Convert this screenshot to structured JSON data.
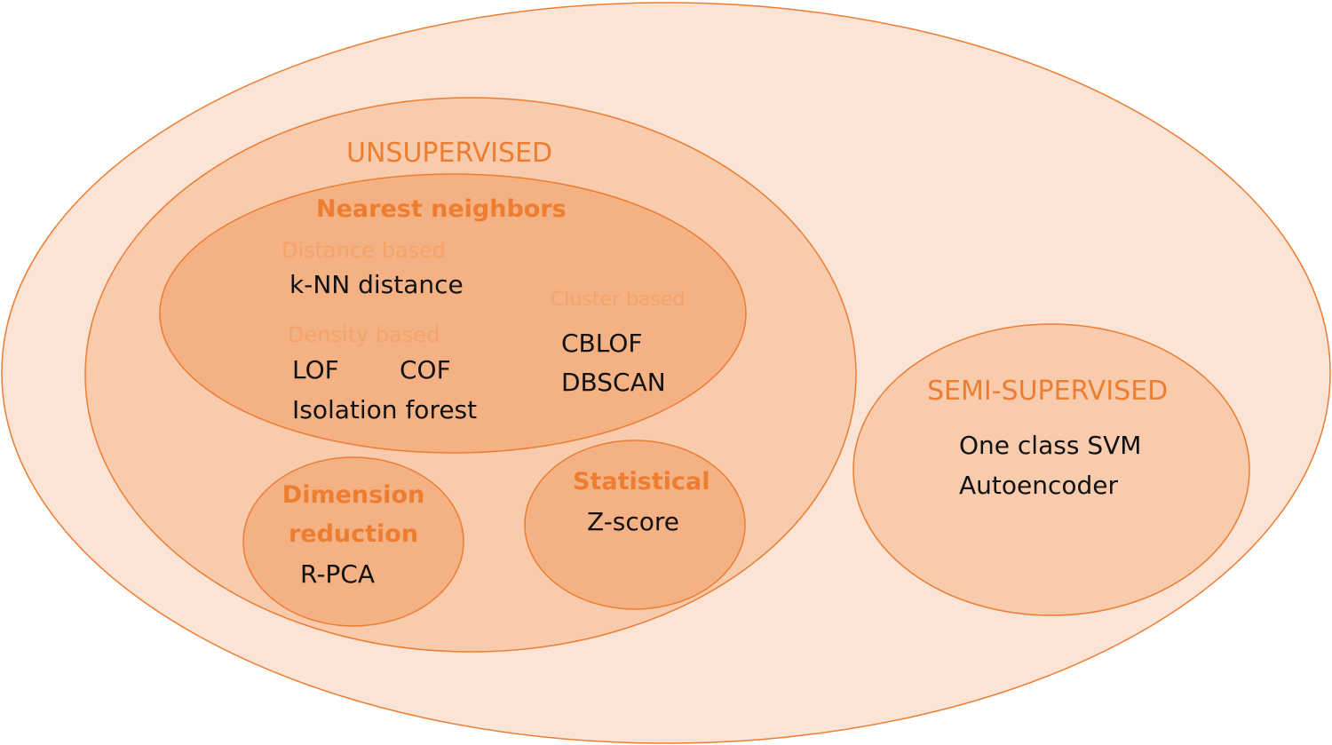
{
  "colors": {
    "outline": "#ed7d31",
    "outer_fill": "#fbe4d6",
    "unsupervised_fill": "#f8cbad",
    "inner_fill": "#f4b183",
    "semi_fill": "#f8cbad",
    "category_text": "#ed7d31",
    "subcategory_text": "#f4a36a",
    "method_text": "#111111"
  },
  "unsupervised": {
    "title": "UNSUPERVISED",
    "nearest_neighbors": {
      "title": "Nearest neighbors",
      "distance_based": {
        "label": "Distance based",
        "methods": [
          "k-NN distance"
        ]
      },
      "density_based": {
        "label": "Density based",
        "methods": [
          "LOF",
          "COF",
          "Isolation forest"
        ]
      },
      "cluster_based": {
        "label": "Cluster based",
        "methods": [
          "CBLOF",
          "DBSCAN"
        ]
      }
    },
    "dimension_reduction": {
      "title_line1": "Dimension",
      "title_line2": "reduction",
      "methods": [
        "R-PCA"
      ]
    },
    "statistical": {
      "title": "Statistical",
      "methods": [
        "Z-score"
      ]
    }
  },
  "semi_supervised": {
    "title": "SEMI-SUPERVISED",
    "methods": [
      "One class SVM",
      "Autoencoder"
    ]
  }
}
